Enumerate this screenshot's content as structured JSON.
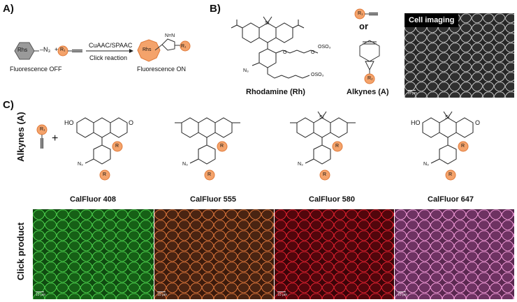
{
  "panels": {
    "a": {
      "letter": "A)",
      "rhs_label": "Rhs",
      "azide_label": "–N₃",
      "plus": "+",
      "r1_label": "R₁",
      "arrow_top": "CuAAC/SPAAC",
      "arrow_bottom": "Click reaction",
      "triazole_label": "N=N",
      "off_label": "Fluorescence OFF",
      "on_label": "Fluorescence ON"
    },
    "b": {
      "letter": "B)",
      "rhodamine_name": "Rhodamine (Rh)",
      "alkynes_name": "Alkynes (A)",
      "or_label": "or",
      "r1_label": "R₁",
      "r2_label": "R₂",
      "si_label": "Si",
      "n3_label": "N₃",
      "so3_label": "OSO₃",
      "o_label": "O",
      "cell_imaging_label": "Cell imaging",
      "scale_label": "10 μm"
    },
    "c": {
      "letter": "C)",
      "alkynes_vertical": "Alkynes (A)",
      "click_product_vertical": "Click product",
      "r1_label": "R₁",
      "plus": "+",
      "r_label": "R",
      "n3_label": "N₃",
      "ho_label": "HO",
      "o_label": "O",
      "si_label": "Si",
      "scale_label": "10 μm",
      "dyes": [
        {
          "name": "CalFluor 408",
          "color": "#2db42d"
        },
        {
          "name": "CalFluor 555",
          "color": "#d9743a"
        },
        {
          "name": "CalFluor 580",
          "color": "#d8182a"
        },
        {
          "name": "CalFluor 647",
          "color": "#e07fc6"
        }
      ]
    }
  },
  "colors": {
    "orange": "#f4a36b",
    "orange_dark": "#e07a3a",
    "gray": "#9a9a9a"
  }
}
